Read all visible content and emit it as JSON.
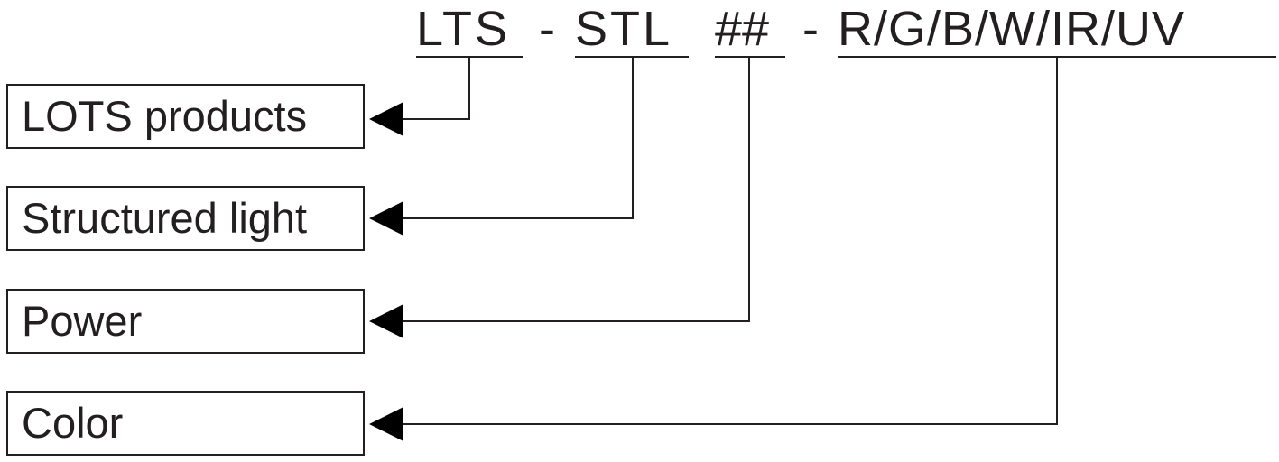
{
  "code": {
    "segments": [
      {
        "id": "lts",
        "text": "LTS"
      },
      {
        "id": "sep1",
        "text": "-"
      },
      {
        "id": "stl",
        "text": "STL"
      },
      {
        "id": "power",
        "text": "##"
      },
      {
        "id": "sep2",
        "text": "-"
      },
      {
        "id": "color",
        "text": "R/G/B/W/IR/UV"
      }
    ]
  },
  "labels": [
    {
      "id": "lots-products",
      "text": "LOTS products"
    },
    {
      "id": "structured-light",
      "text": "Structured light"
    },
    {
      "id": "power",
      "text": "Power"
    },
    {
      "id": "color",
      "text": "Color"
    }
  ],
  "colors": {
    "ink": "#231f20",
    "background": "#ffffff"
  }
}
